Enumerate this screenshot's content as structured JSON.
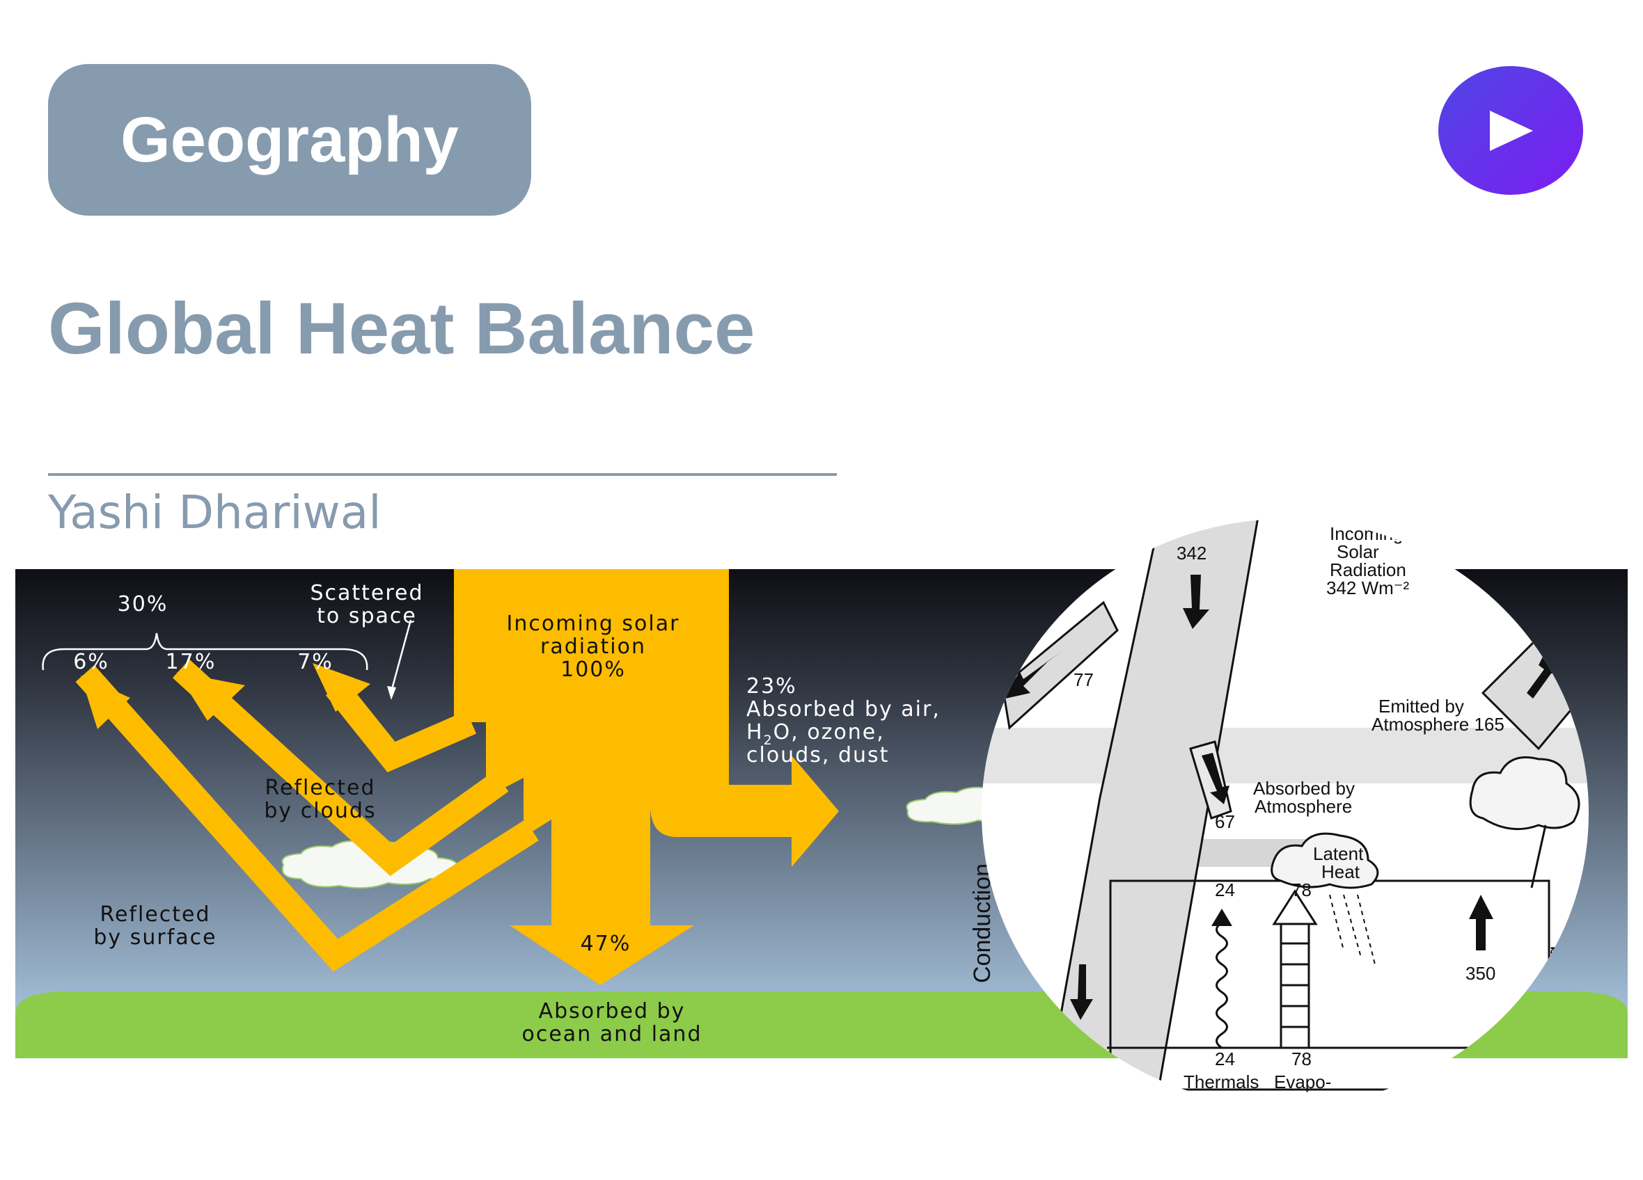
{
  "header": {
    "category_badge": "Geography",
    "play_icon": "play-icon",
    "title": "Global Heat Balance",
    "author": "Yashi Dhariwal"
  },
  "colors": {
    "slate": "#879bae",
    "play_gradient": [
      "#4f46e5",
      "#7c1df1"
    ],
    "sky_top": "#0e0f14",
    "sky_bottom": "#b3d2ee",
    "ground": "#8dcb4b",
    "arrow": "#fdbc00",
    "text_light": "#ffffff",
    "text_dark": "#111111"
  },
  "diagram": {
    "brace_total": "30%",
    "brace_parts": [
      "6%",
      "17%",
      "7%"
    ],
    "scattered_line1": "Scattered",
    "scattered_line2": "to space",
    "incoming_line1": "Incoming solar",
    "incoming_line2": "radiation",
    "incoming_line3": "100%",
    "absorbed_air_pct": "23%",
    "absorbed_air_line1": "Absorbed by air,",
    "absorbed_air_line2_prefix": "H",
    "absorbed_air_line2_sub": "2",
    "absorbed_air_line2_suffix": "O, ozone,",
    "absorbed_air_line3": "clouds, dust",
    "clouds_line1": "Reflected",
    "clouds_line2": "by clouds",
    "surface_line1": "Reflected",
    "surface_line2": "by surface",
    "ground_pct": "47%",
    "ground_line1": "Absorbed by",
    "ground_line2": "ocean and land",
    "conduction": "Conduction"
  },
  "zoom_inset": {
    "incoming_line1": "Incoming",
    "incoming_line2": "Solar",
    "incoming_line3": "Radiation",
    "incoming_line4": "342 Wm⁻²",
    "value_342": "342",
    "value_77": "77",
    "emitted_line1": "Emitted by",
    "emitted_line2": "Atmosphere 165",
    "absorbed_line1": "Absorbed by",
    "absorbed_line2": "Atmosphere",
    "value_67": "67",
    "latent_line1": "Latent",
    "latent_line2": "Heat",
    "value_24_top": "24",
    "value_78_top": "78",
    "value_24_bottom": "24",
    "value_78_bottom": "78",
    "value_350": "350",
    "thermals": "Thermals",
    "evapo": "Evapo-",
    "long": "Long"
  }
}
